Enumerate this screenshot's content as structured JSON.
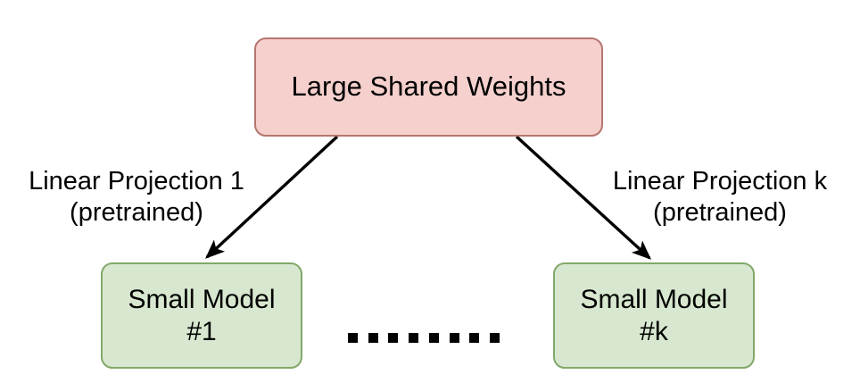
{
  "diagram": {
    "background_color": "#ffffff",
    "nodes": {
      "shared": {
        "label": "Large Shared Weights",
        "fill": "#f5d0cd",
        "stroke": "#b5766e"
      },
      "small_1": {
        "label": "Small Model\n#1",
        "fill": "#d8e8d0",
        "stroke": "#82a86a"
      },
      "small_k": {
        "label": "Small Model\n#k",
        "fill": "#d8e8d0",
        "stroke": "#82a86a"
      }
    },
    "edges": [
      {
        "label": "Linear Projection 1\n(pretrained)",
        "from": "shared",
        "to": "small_1",
        "color": "#000000"
      },
      {
        "label": "Linear Projection k\n(pretrained)",
        "from": "shared",
        "to": "small_k",
        "color": "#000000"
      }
    ],
    "ellipsis": {
      "dot_count": 8,
      "color": "#000000"
    }
  }
}
